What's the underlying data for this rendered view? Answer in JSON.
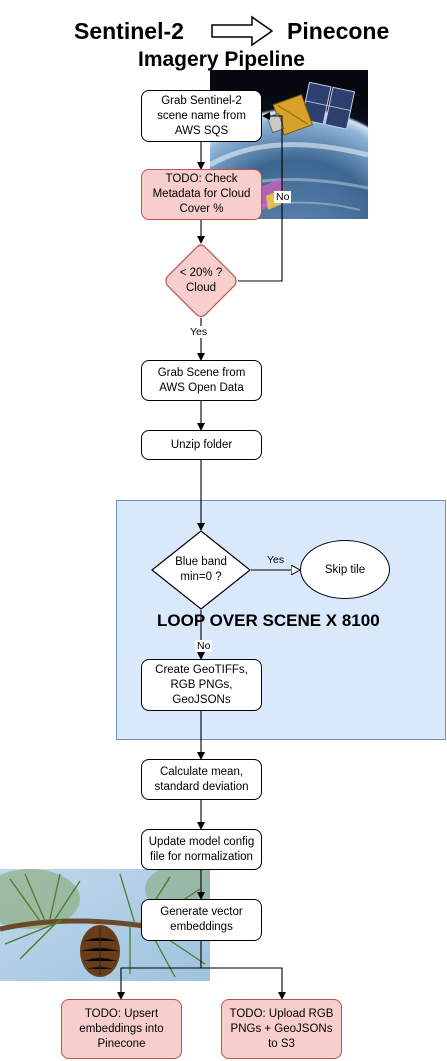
{
  "title": {
    "left": "Sentinel-2",
    "right": "Pinecone",
    "subtitle": "Imagery Pipeline"
  },
  "nodes": {
    "grab_scene_name": "Grab Sentinel-2\nscene name from\nAWS SQS",
    "check_metadata": "TODO: Check\nMetadata for Cloud\nCover %",
    "cloud_decision": "< 20% ?\nCloud",
    "grab_scene": "Grab Scene from\nAWS Open Data",
    "unzip": "Unzip folder",
    "blue_band_decision": "Blue band\nmin=0 ?",
    "skip_tile": "Skip tile",
    "create_geotiffs": "Create GeoTIFFs,\nRGB PNGs,\nGeoJSONs",
    "calculate_stats": "Calculate mean,\nstandard deviation",
    "update_config": "Update model config\nfile for normalization",
    "generate_embeddings": "Generate vector\nembeddings",
    "upsert_pinecone": "TODO: Upsert\nembeddings into\nPinecone",
    "upload_s3": "TODO: Upload RGB\nPNGs + GeoJSONs\nto S3"
  },
  "edge_labels": {
    "cloud_no": "No",
    "cloud_yes": "Yes",
    "blue_yes": "Yes",
    "blue_no": "No"
  },
  "loop_label": "LOOP OVER SCENE X 8100",
  "colors": {
    "todo_fill": "#f8cecc",
    "todo_stroke": "#b85450",
    "loop_fill": "#dae8fc",
    "loop_stroke": "#6c8ebf"
  },
  "images": {
    "satellite": "satellite-over-earth-photo",
    "pinecone": "pine-branch-with-cone-photo"
  }
}
